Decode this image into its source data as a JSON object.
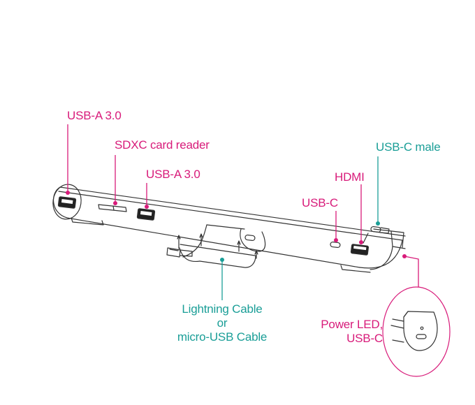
{
  "colors": {
    "accent_magenta": "#d81b7a",
    "accent_teal": "#1a9e97",
    "line": "#333333",
    "background": "#ffffff"
  },
  "labels": {
    "usb_a_left": "USB-A 3.0",
    "sdxc": "SDXC card reader",
    "usb_a_mid": "USB-A 3.0",
    "usb_c_male": "USB-C male",
    "hdmi": "HDMI",
    "usb_c": "USB-C",
    "cable_line1": "Lightning Cable",
    "cable_line2": "or",
    "cable_line3": "micro-USB Cable",
    "power_line1": "Power LED,",
    "power_line2": "USB-C"
  }
}
